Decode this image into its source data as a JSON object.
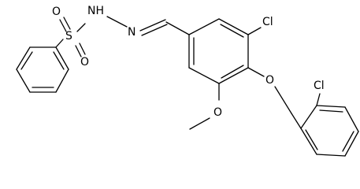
{
  "molecule": {
    "atoms": {
      "sulfur": "S",
      "sulfonyl_oxygen_top": "O",
      "sulfonyl_oxygen_bottom": "O",
      "hydrazone_nh": "NH",
      "hydrazone_n": "N",
      "chloro_ring": "Cl",
      "ether_oxygen": "O",
      "methoxy_oxygen": "O",
      "chloro_benzyl": "Cl"
    }
  }
}
